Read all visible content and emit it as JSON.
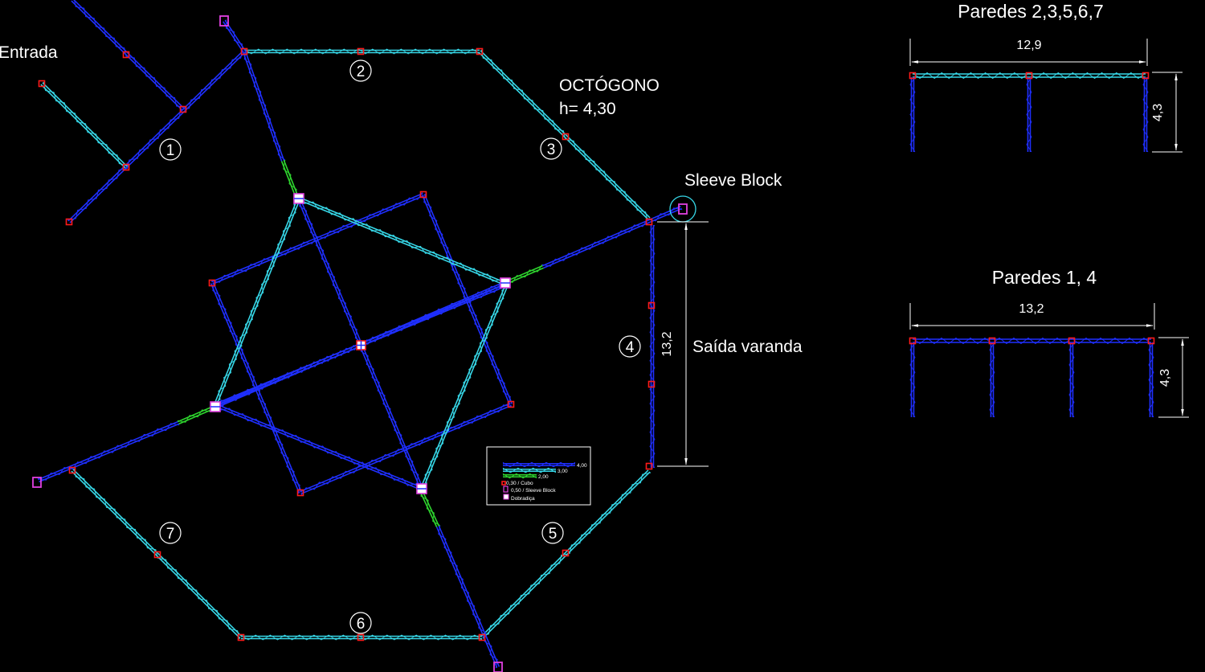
{
  "labels": {
    "entrada": "Entrada",
    "octogono": "OCTÓGONO",
    "altura": "h= 4,30",
    "sleeve_block": "Sleeve Block",
    "saida_varanda": "Saída varanda",
    "dim_parede4": "13,2"
  },
  "wall_numbers": [
    "1",
    "2",
    "3",
    "4",
    "5",
    "6",
    "7"
  ],
  "elevation_a": {
    "title": "Paredes 2,3,5,6,7",
    "width": "12,9",
    "height": "4,3"
  },
  "elevation_b": {
    "title": "Paredes 1, 4",
    "width": "13,2",
    "height": "4,3"
  },
  "legend": {
    "truss_4": "4,00",
    "truss_3": "3,00",
    "truss_2": "2,00",
    "cubo": "0,30 / Cubo",
    "sleeve": "0,50 / Sleeve Block",
    "dobradica": "Dobradiça"
  },
  "colors": {
    "background": "#000000",
    "truss_blue": "#1f2fff",
    "truss_cyan": "#36d6e6",
    "truss_green": "#2ed62e",
    "cube_red": "#ff1a1a",
    "sleeve_magenta": "#e040e0",
    "dimension": "#ffffff"
  }
}
